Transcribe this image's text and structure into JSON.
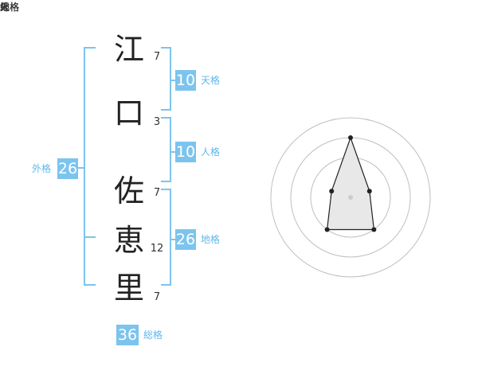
{
  "name": {
    "characters": [
      {
        "char": "江",
        "strokes": "7"
      },
      {
        "char": "口",
        "strokes": "3"
      },
      {
        "char": "佐",
        "strokes": "7"
      },
      {
        "char": "恵",
        "strokes": "12"
      },
      {
        "char": "里",
        "strokes": "7"
      }
    ]
  },
  "kakusu": {
    "tenkaku": {
      "value": "10",
      "label": "天格"
    },
    "jinkaku": {
      "value": "10",
      "label": "人格"
    },
    "chikaku": {
      "value": "26",
      "label": "地格"
    },
    "gaikaku": {
      "value": "26",
      "label": "外格"
    },
    "soukaku": {
      "value": "36",
      "label": "総格"
    }
  },
  "colors": {
    "accent": "#7cc4ee",
    "accent_text": "#5fb7ea",
    "grid": "#bfbfbf",
    "polygon_fill": "#e8e8e8",
    "polygon_stroke": "#222222"
  },
  "chart_data": {
    "type": "radar",
    "axes": [
      "総格",
      "天格",
      "地格",
      "外格",
      "人格"
    ],
    "values": [
      3,
      1,
      2,
      2,
      1
    ],
    "max": 4
  }
}
